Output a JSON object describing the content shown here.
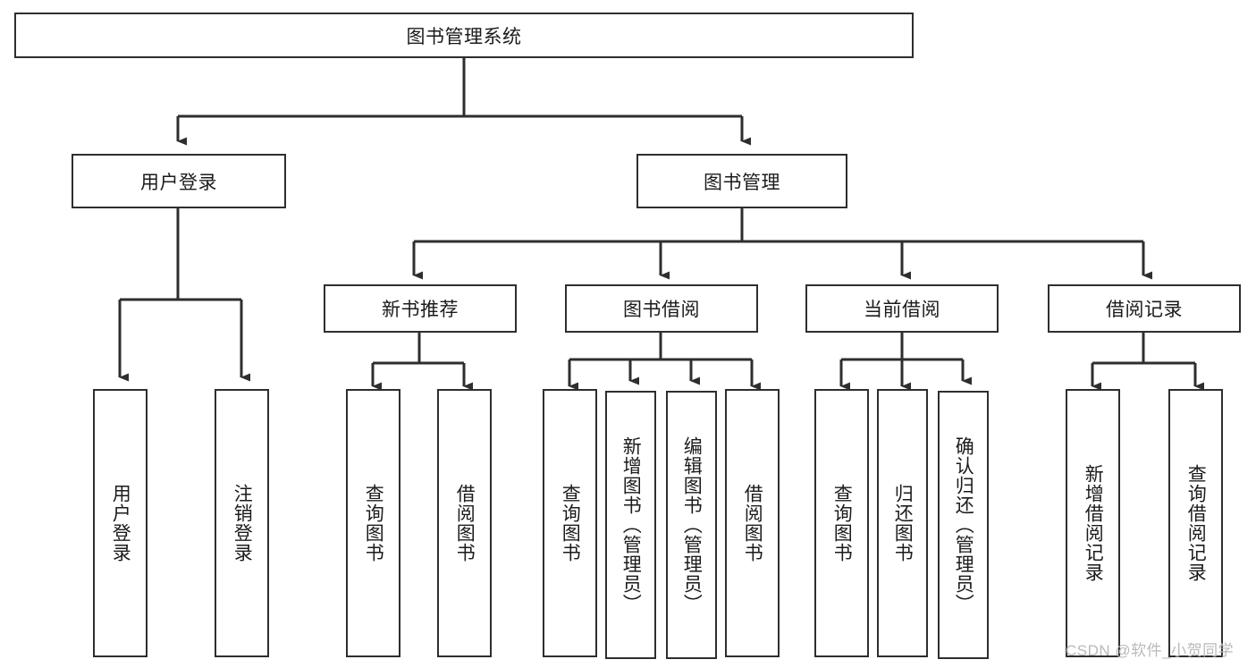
{
  "diagram": {
    "title": "图书管理系统",
    "watermark": "CSDN @软件_小贺同学",
    "colors": {
      "stroke": "#2e2e2e",
      "fill": "#ffffff",
      "text": "#1b1b1b",
      "watermark": "#b9b9b9"
    },
    "root": {
      "label": "图书管理系统"
    },
    "level2": [
      {
        "label": "用户登录"
      },
      {
        "label": "图书管理"
      }
    ],
    "level3": [
      {
        "label": "新书推荐"
      },
      {
        "label": "图书借阅"
      },
      {
        "label": "当前借阅"
      },
      {
        "label": "借阅记录"
      }
    ],
    "leaves": {
      "user_login": [
        {
          "label": "用户登录"
        },
        {
          "label": "注销登录"
        }
      ],
      "new_book_recommend": [
        {
          "label": "查询图书"
        },
        {
          "label": "借阅图书"
        }
      ],
      "book_borrow": [
        {
          "label": "查询图书"
        },
        {
          "label": "新增图书（管理员）"
        },
        {
          "label": "编辑图书（管理员）"
        },
        {
          "label": "借阅图书"
        }
      ],
      "current_borrow": [
        {
          "label": "查询图书"
        },
        {
          "label": "归还图书"
        },
        {
          "label": "确认归还（管理员）"
        }
      ],
      "borrow_record": [
        {
          "label": "新增借阅记录"
        },
        {
          "label": "查询借阅记录"
        }
      ]
    }
  }
}
